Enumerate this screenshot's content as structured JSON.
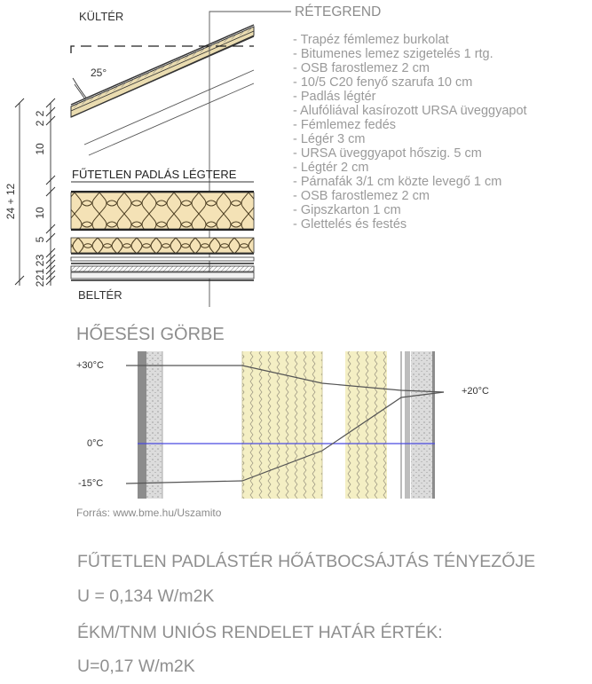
{
  "section": {
    "outside_label": "KÜLTÉR",
    "inside_label": "BELTÉR",
    "attic_label": "FŰTETLEN PADLÁS LÉGTERE",
    "angle_label": "25°",
    "dimensions": [
      "2",
      "2",
      "10",
      "24 + 12",
      "10",
      "5",
      "3",
      "2",
      "1",
      "2",
      "2"
    ]
  },
  "layers": {
    "heading": "RÉTEGREND",
    "items": [
      "- Trapéz fémlemez burkolat",
      "- Bitumenes lemez szigetelés 1 rtg.",
      "- OSB farostlemez 2 cm",
      "- 10/5 C20 fenyő szarufa 10 cm",
      "- Padlás légtér",
      "- Alufóliával kasírozott URSA üveggyapot",
      "- Fémlemez fedés",
      "- Légér 3 cm",
      "- URSA üveggyapot hőszig. 5 cm",
      "- Légtér 2 cm",
      "- Párnafák 3/1 cm közte levegő 1 cm",
      "- OSB farostlemez 2 cm",
      "- Gipszkarton 1 cm",
      "- Glettelés és festés"
    ]
  },
  "heat_curve": {
    "title": "HŐESÉSI GÖRBE",
    "labels": [
      "+30°C",
      "0°C",
      "-15°C",
      "+20°C"
    ],
    "source": "Forrás: www.bme.hu/Uszamito",
    "colors": {
      "zero_line": "#4a4ae0",
      "insulation": "#f4efc4",
      "profile": "#555555"
    }
  },
  "results": {
    "u_title": "FŰTETLEN PADLÁSTÉR HŐÁTBOCSÁJTÁS TÉNYEZŐJE",
    "u_value": "U = 0,134 W/m2K",
    "limit_title": "ÉKM/TNM UNIÓS RENDELET HATÁR ÉRTÉK:",
    "limit_value": "U=0,17 W/m2K"
  }
}
